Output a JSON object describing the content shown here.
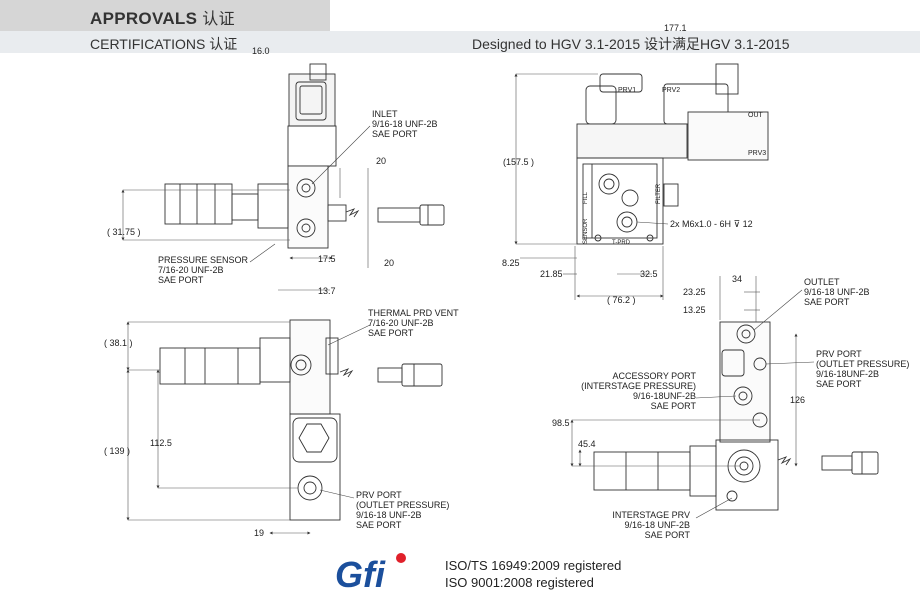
{
  "header": {
    "title": "APPROVALS",
    "title_zh": "认证",
    "subtitle": "CERTIFICATIONS 认证",
    "designed": "Designed to HGV 3.1-2015 设计满足HGV 3.1-2015"
  },
  "labels": {
    "inlet": [
      "INLET",
      "9/16-18 UNF-2B",
      "SAE PORT"
    ],
    "pressure_sensor": [
      "PRESSURE SENSOR",
      "7/16-20 UNF-2B",
      "SAE PORT"
    ],
    "thermal_prd": [
      "THERMAL PRD VENT",
      "7/16-20 UNF-2B",
      "SAE PORT"
    ],
    "prv_port_left": [
      "PRV PORT",
      "(OUTLET PRESSURE)",
      "9/16-18 UNF-2B",
      "SAE PORT"
    ],
    "outlet": [
      "OUTLET",
      "9/16-18 UNF-2B",
      "SAE PORT"
    ],
    "prv_port_right": [
      "PRV PORT",
      "(OUTLET PRESSURE)",
      "9/16-18UNF-2B",
      "SAE PORT"
    ],
    "accessory": [
      "ACCESSORY PORT",
      "(INTERSTAGE PRESSURE)",
      "9/16-18UNF-2B",
      "SAE PORT"
    ],
    "interstage": [
      "INTERSTAGE PRV",
      "9/16-18 UNF-2B",
      "SAE PORT"
    ],
    "mount_thread": "2x M6x1.0 - 6H ⊽ 12",
    "part_prv1": "PRV1",
    "part_prv2": "PRV2",
    "part_prv3": "PRV3",
    "part_out": "OUT",
    "part_filter": "FILTER",
    "part_fill": "FILL",
    "part_sensor": "SENSOR",
    "part_tprd": "T-PRD"
  },
  "dims": {
    "d_top_left": "16.0",
    "d_top_right": "177.1",
    "d_20a": "20",
    "d_20b": "20",
    "d_17_5": "17.5",
    "d_31_75": "( 31.75 )",
    "d_157_5": "(157.5 )",
    "d_8_25": "8.25",
    "d_21_85": "21.85",
    "d_32_5": "32.5",
    "d_76_2": "( 76.2 )",
    "d_13_7": "13.7",
    "d_38_1": "( 38.1 )",
    "d_112_5": "112.5",
    "d_139": "( 139 )",
    "d_19": "19",
    "d_34": "34",
    "d_23_25": "23.25",
    "d_13_25": "13.25",
    "d_126": "126",
    "d_98_5": "98.5",
    "d_45_4": "45.4"
  },
  "certifications": [
    "ISO/TS 16949:2009 registered",
    "ISO 9001:2008 registered"
  ],
  "logo": {
    "text": "Gfi",
    "color": "#1b4f9c",
    "dot_color": "#e0202a"
  }
}
